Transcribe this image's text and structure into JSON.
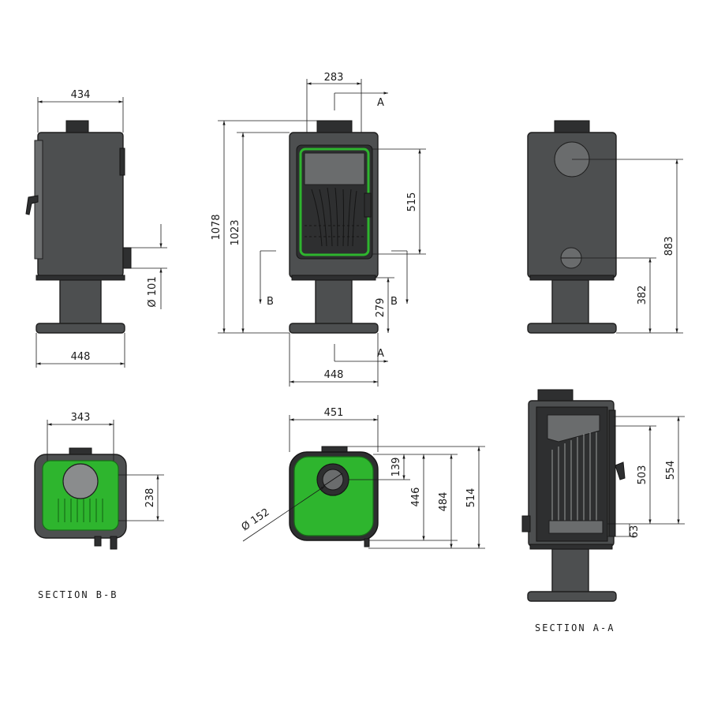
{
  "dimensions": {
    "side_top_width": "434",
    "side_base_width": "448",
    "side_pipe_dia": "Ø 101",
    "front_top_flue": "283",
    "front_height_total": "1078",
    "front_height_flue": "1023",
    "front_door_height": "515",
    "front_low": "279",
    "front_base_width": "448",
    "back_height_upper": "883",
    "back_height_lower": "382",
    "secbb_width": "343",
    "secbb_depth": "238",
    "plan_width": "451",
    "plan_139": "139",
    "plan_446": "446",
    "plan_484": "484",
    "plan_514": "514",
    "plan_dia": "Ø 152",
    "secaa_503": "503",
    "secaa_554": "554",
    "secaa_63": "63"
  },
  "section_markers": {
    "a": "A",
    "b": "B"
  },
  "labels": {
    "section_bb": "SECTION B-B",
    "section_aa": "SECTION A-A"
  },
  "colors": {
    "body": "#4d4f50",
    "dark": "#2e2f30",
    "highlight_green": "#2eb52e",
    "line": "#1a1a1a"
  }
}
